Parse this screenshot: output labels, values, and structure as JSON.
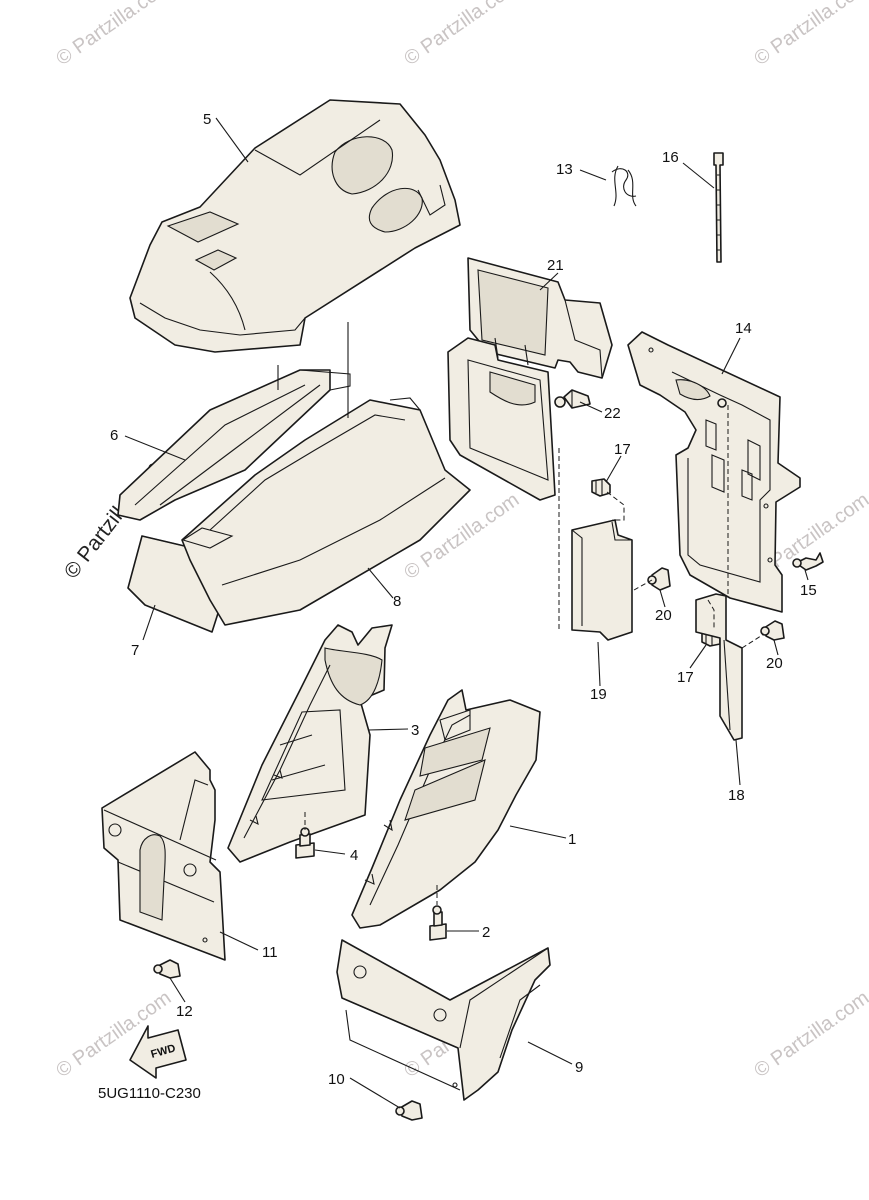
{
  "diagram_code": "5UG1110-C230",
  "watermark": "© Partzilla.com",
  "fwd_label": "FWD",
  "callouts": {
    "c1": "1",
    "c2": "2",
    "c3": "3",
    "c4": "4",
    "c5": "5",
    "c6": "6",
    "c7": "7",
    "c8": "8",
    "c9": "9",
    "c10": "10",
    "c11": "11",
    "c12": "12",
    "c13": "13",
    "c14": "14",
    "c15": "15",
    "c16": "16",
    "c17a": "17",
    "c17b": "17",
    "c18": "18",
    "c19": "19",
    "c20a": "20",
    "c20b": "20",
    "c21": "21",
    "c22": "22"
  },
  "colors": {
    "line": "#1a1a1a",
    "part_fill": "#f1ede3",
    "watermark": "#c9c4c4"
  }
}
